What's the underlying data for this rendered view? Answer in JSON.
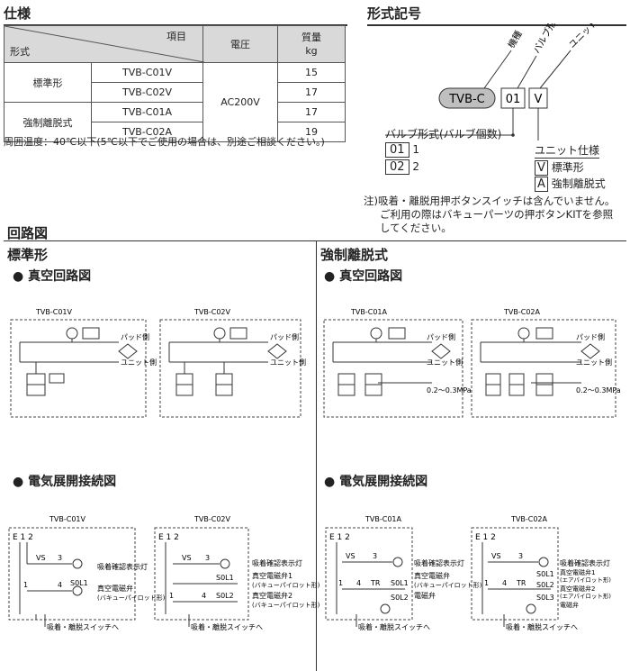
{
  "spec": {
    "title": "仕様",
    "header": {
      "item": "項目",
      "model": "形式",
      "voltage": "電圧",
      "mass": "質量",
      "mass_unit": "kg"
    },
    "groups": [
      {
        "name": "標準形",
        "rows": [
          {
            "model": "TVB-C01V",
            "mass": "15"
          },
          {
            "model": "TVB-C02V",
            "mass": "17"
          }
        ]
      },
      {
        "name": "強制離脱式",
        "rows": [
          {
            "model": "TVB-C01A",
            "mass": "17"
          },
          {
            "model": "TVB-C02A",
            "mass": "19"
          }
        ]
      }
    ],
    "voltage": "AC200V",
    "note": "周囲温度：40℃以下(5℃以下でご使用の場合は、別途ご相談ください。)"
  },
  "code": {
    "title": "形式記号",
    "base": "TVB-C",
    "valve": "01",
    "unit": "V",
    "lbl_model": "機種",
    "lbl_valve": "バルブ形式",
    "lbl_unit": "ユニット仕様",
    "valve_title": "バルブ形式(バルブ個数)",
    "valve_opts": [
      {
        "code": "01",
        "val": "1"
      },
      {
        "code": "02",
        "val": "2"
      }
    ],
    "unit_title": "ユニット仕様",
    "unit_opts": [
      {
        "code": "V",
        "val": "標準形"
      },
      {
        "code": "A",
        "val": "強制離脱式"
      }
    ],
    "note1": "注)吸着・離脱用押ボタンスイッチは含んでいません。",
    "note2": "ご利用の際はバキューパーツの押ボタンKITを参照",
    "note3": "してください。"
  },
  "circuit": {
    "title": "回路図",
    "std": "標準形",
    "forced": "強制離脱式",
    "vac": "真空回路図",
    "elec": "電気展開接続図",
    "models": [
      "TVB-C01V",
      "TVB-C02V",
      "TVB-C01A",
      "TVB-C02A"
    ],
    "pad": "パッド側",
    "unit": "ユニット側",
    "pressure": "0.2～0.3MPa",
    "e12": "E 1 2",
    "vs": "VS",
    "tr": "TR",
    "n1": "1",
    "n3": "3",
    "n4": "4",
    "sol1": "S0L1",
    "sol2": "S0L2",
    "sol3": "S0L3",
    "lamp": "吸着確認表示灯",
    "valve_single": "真空電磁弁",
    "valve_single_sub": "(バキューパイロット形)",
    "valve1": "真空電磁弁1",
    "valve2": "真空電磁弁2",
    "valve_sub_vp": "(バキューパイロット形)",
    "valve_sub_ap": "(エアパイロット形)",
    "valve_sub_ap2": "(エアパイロット形)",
    "ap_valve": "電磁弁",
    "switch": "吸着・離脱スイッチへ"
  }
}
